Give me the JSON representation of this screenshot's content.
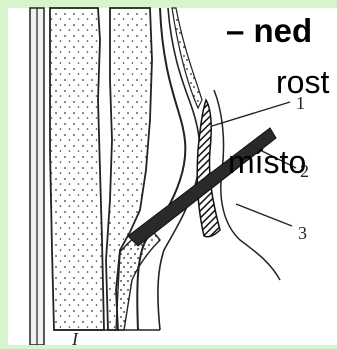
{
  "text": {
    "line1": "– ned",
    "line2": "rost",
    "line3": "místo"
  },
  "labels": {
    "n1": "1",
    "n2": "2",
    "n3": "3",
    "bottom": "I"
  },
  "colors": {
    "background": "#d7f5cc",
    "panel": "#ffffff",
    "ink": "#1a1a1a",
    "arrow": "#2a2a2a"
  }
}
